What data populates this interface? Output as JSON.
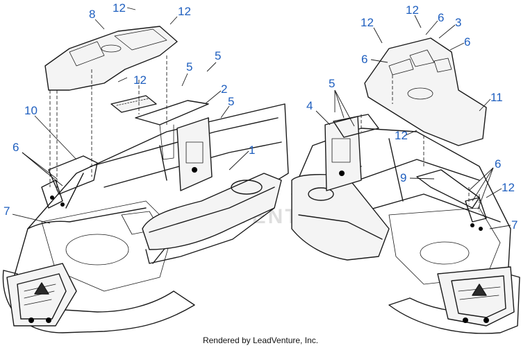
{
  "watermark": "LEADVENTURE",
  "credit": "Rendered by LeadVenture, Inc.",
  "callouts": {
    "left": [
      "12",
      "12",
      "8",
      "5",
      "5",
      "12",
      "2",
      "5",
      "10",
      "1",
      "6",
      "7"
    ],
    "right": [
      "12",
      "6",
      "12",
      "3",
      "6",
      "6",
      "5",
      "4",
      "11",
      "12",
      "9",
      "6",
      "12",
      "7"
    ]
  },
  "colors": {
    "callout": "#1f5fbf",
    "line": "#1a1a1a",
    "watermark": "#d4d4d4"
  }
}
